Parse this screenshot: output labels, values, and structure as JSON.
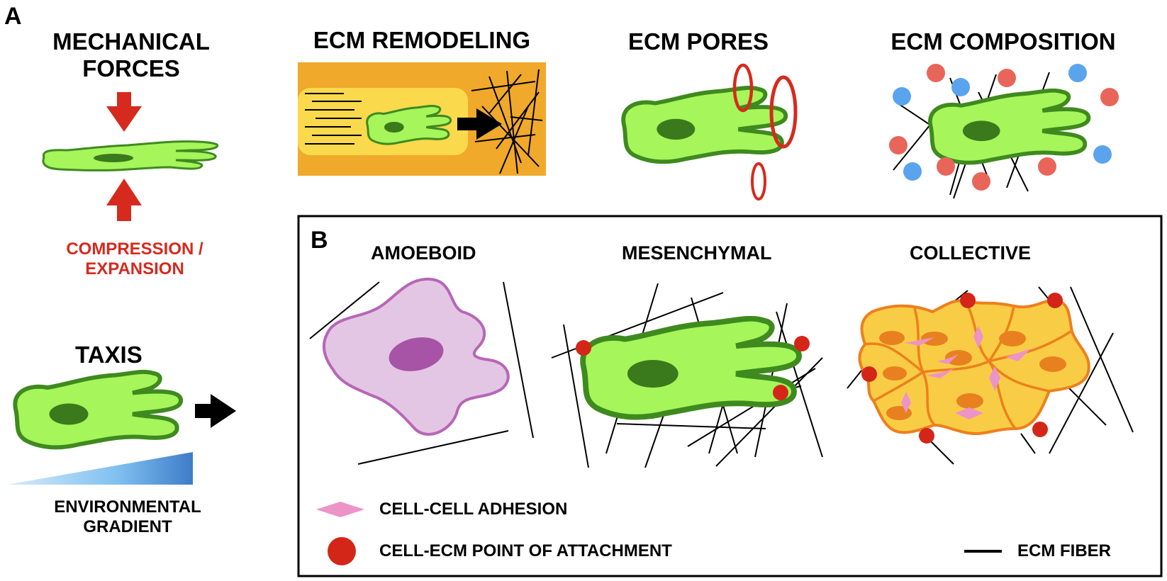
{
  "panel_a": {
    "letter": "A",
    "mechanical_forces": {
      "title_line1": "MECHANICAL",
      "title_line2": "FORCES",
      "caption_line1": "COMPRESSION /",
      "caption_line2": "EXPANSION"
    },
    "taxis": {
      "title": "TAXIS",
      "caption_line1": "ENVIRONMENTAL",
      "caption_line2": "GRADIENT"
    },
    "ecm_remodeling": {
      "title": "ECM REMODELING"
    },
    "ecm_pores": {
      "title": "ECM PORES"
    },
    "ecm_composition": {
      "title": "ECM COMPOSITION"
    }
  },
  "panel_b": {
    "letter": "B",
    "modes": {
      "amoeboid": "AMOEBOID",
      "mesenchymal": "MESENCHYMAL",
      "collective": "COLLECTIVE"
    },
    "legend": {
      "cell_cell_adhesion": "CELL-CELL ADHESION",
      "cell_ecm_attachment": "CELL-ECM POINT OF ATTACHMENT",
      "ecm_fiber": "ECM FIBER"
    }
  },
  "colors": {
    "cell_fill": "#a6f55a",
    "cell_stroke": "#3f8a1f",
    "nucleus": "#3a7a1c",
    "arrow_red": "#d62a1e",
    "amoeboid_fill": "#e3c6e3",
    "amoeboid_stroke": "#b766b7",
    "collective_fill": "#f8cd45",
    "collective_stroke": "#ee7f1d",
    "adhesion_pink": "#ec93c8",
    "attachment_red": "#d42618",
    "ecm_orange": "#f0a92a",
    "ecm_yellow": "#fad94c",
    "blue_dot": "#5aa4ee",
    "red_dot": "#e9655a"
  }
}
